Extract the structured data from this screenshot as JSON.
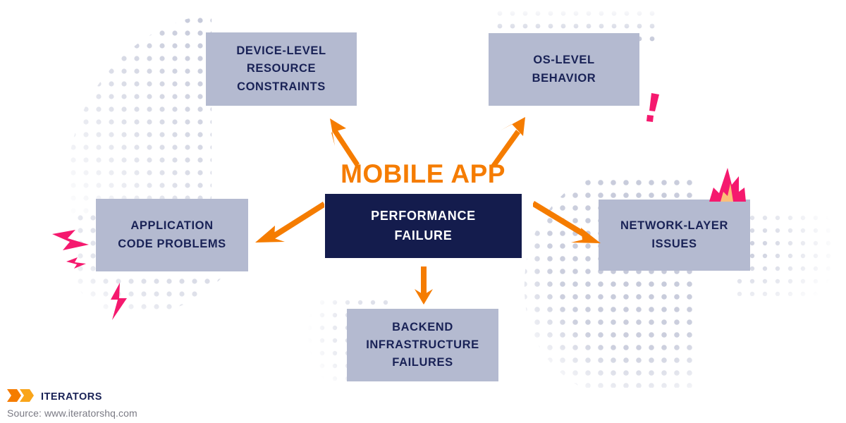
{
  "diagram": {
    "center": {
      "title": "MOBILE APP",
      "title_color": "#f57c00",
      "box_label": "PERFORMANCE\nFAILURE",
      "box_bg": "#141c4d",
      "box_text_color": "#ffffff"
    },
    "node_bg": "#b4bad0",
    "node_text_color": "#192256",
    "arrow_color": "#f57c00",
    "accent_pink": "#f5196e",
    "dot_color": "#c3c7d8",
    "nodes": [
      {
        "id": "device-level-resource-constraints",
        "label": "DEVICE-LEVEL\nRESOURCE\nCONSTRAINTS",
        "position": "top-left"
      },
      {
        "id": "os-level-behavior",
        "label": "OS-LEVEL\nBEHAVIOR",
        "position": "top-right"
      },
      {
        "id": "application-code-problems",
        "label": "APPLICATION\nCODE PROBLEMS",
        "position": "left"
      },
      {
        "id": "network-layer-issues",
        "label": "NETWORK-LAYER\nISSUES",
        "position": "right"
      },
      {
        "id": "backend-infrastructure-failures",
        "label": "BACKEND\nINFRASTRUCTURE\nFAILURES",
        "position": "bottom"
      }
    ],
    "arrows": [
      {
        "id": "arrow-to-device-level",
        "direction": "up-left"
      },
      {
        "id": "arrow-to-os-level",
        "direction": "up-right"
      },
      {
        "id": "arrow-to-application",
        "direction": "down-left"
      },
      {
        "id": "arrow-to-network",
        "direction": "down-right"
      },
      {
        "id": "arrow-to-backend",
        "direction": "down"
      }
    ],
    "decorations": [
      {
        "id": "lightning-bolt-large",
        "shape": "lightning-bolt-icon",
        "color": "#f5196e"
      },
      {
        "id": "lightning-bolt-small",
        "shape": "lightning-bolt-icon",
        "color": "#f5196e"
      },
      {
        "id": "lightning-bolt-lower",
        "shape": "lightning-bolt-icon",
        "color": "#f5196e"
      },
      {
        "id": "exclamation-mark",
        "shape": "exclamation-icon",
        "color": "#f5196e"
      },
      {
        "id": "explosion-burst",
        "shape": "explosion-icon",
        "color": "#f5196e"
      }
    ]
  },
  "footer": {
    "brand": "ITERATORS",
    "source": "Source: www.iteratorshq.com",
    "logo_color": "#f57c00",
    "brand_color": "#192256",
    "source_color": "#7a7a84"
  }
}
